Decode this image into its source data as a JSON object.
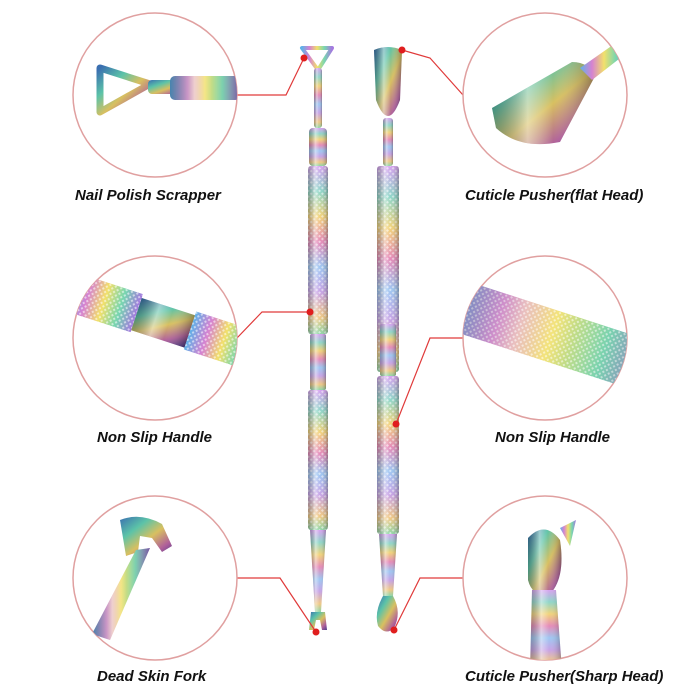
{
  "labels": {
    "top_left": "Nail Polish Scrapper",
    "top_right": "Cuticle Pusher(flat Head)",
    "middle_left": "Non Slip Handle",
    "middle_right": "Non Slip Handle",
    "bottom_left": "Dead Skin Fork",
    "bottom_right": "Cuticle Pusher(Sharp Head)"
  },
  "colors": {
    "callout_line": "#e03a3a",
    "callout_dot": "#e01e1e",
    "circle_border": "#e0a0a0",
    "label_text": "#111111"
  }
}
